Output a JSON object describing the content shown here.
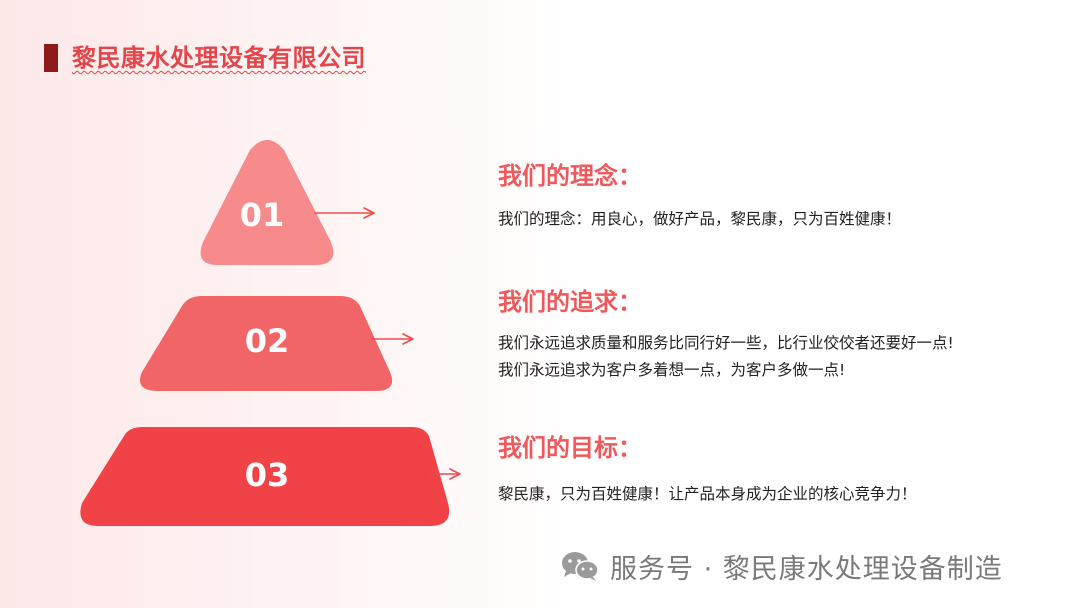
{
  "header": {
    "title": "黎民康水处理设备有限公司"
  },
  "diagram": {
    "levels": [
      {
        "number": "01",
        "color": "#f78a8a"
      },
      {
        "number": "02",
        "color": "#f26567"
      },
      {
        "number": "03",
        "color": "#f14347"
      }
    ],
    "arrow_color": "#ee4b4e"
  },
  "sections": [
    {
      "heading": "我们的理念：",
      "lines": [
        "我们的理念：用良心，做好产品，黎民康，只为百姓健康！"
      ]
    },
    {
      "heading": "我们的追求：",
      "lines": [
        "我们永远追求质量和服务比同行好一些，比行业佼佼者还要好一点!",
        "我们永远追求为客户多着想一点，为客户多做一点!"
      ]
    },
    {
      "heading": "我们的目标：",
      "lines": [
        "黎民康，只为百姓健康！让产品本身成为企业的核心竞争力！"
      ]
    }
  ],
  "watermark": {
    "icon": "wechat-icon",
    "text": "服务号 · 黎民康水处理设备制造"
  }
}
